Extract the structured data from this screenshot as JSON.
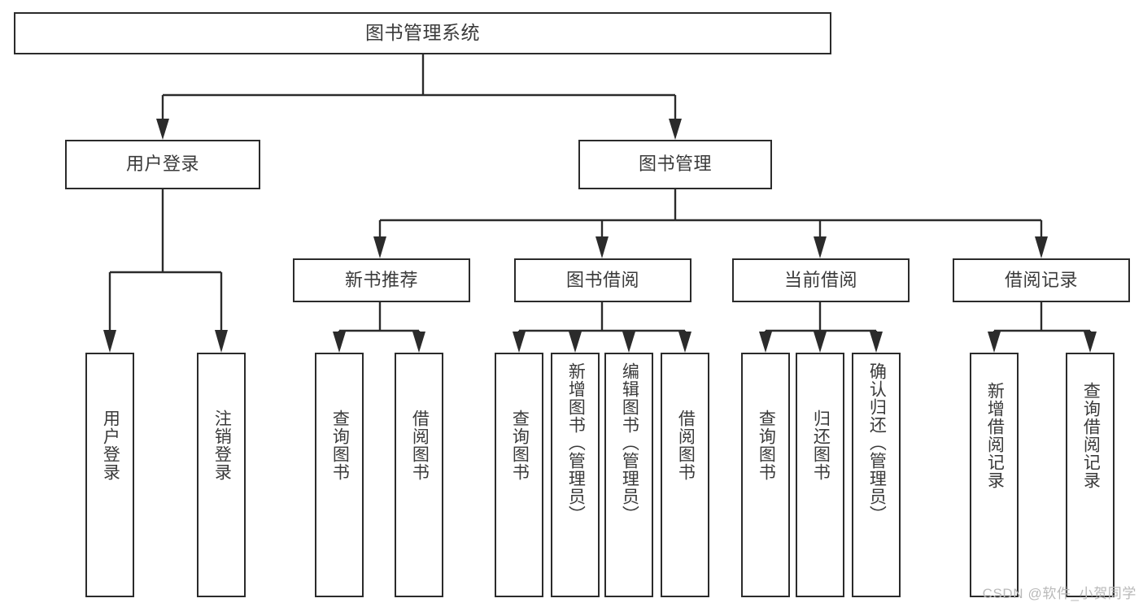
{
  "diagram": {
    "title": "图书管理系统",
    "type": "tree",
    "colors": {
      "stroke": "#2b2b2b",
      "box_fill": "#ffffff",
      "text": "#3a3a3a",
      "watermark": "#b9b9b9",
      "background": "#ffffff"
    },
    "root": {
      "label": "图书管理系统"
    },
    "level2": [
      {
        "label": "用户登录"
      },
      {
        "label": "图书管理"
      }
    ],
    "level3": [
      {
        "label": "新书推荐"
      },
      {
        "label": "图书借阅"
      },
      {
        "label": "当前借阅"
      },
      {
        "label": "借阅记录"
      }
    ],
    "leaves": {
      "user_login": [
        {
          "label": "用户登录"
        },
        {
          "label": "注销登录"
        }
      ],
      "new_book_recommend": [
        {
          "label": "查询图书"
        },
        {
          "label": "借阅图书"
        }
      ],
      "book_borrow": [
        {
          "label": "查询图书"
        },
        {
          "label": "新增图书（管理员）"
        },
        {
          "label": "编辑图书（管理员）"
        },
        {
          "label": "借阅图书"
        }
      ],
      "current_borrow": [
        {
          "label": "查询图书"
        },
        {
          "label": "归还图书"
        },
        {
          "label": "确认归还（管理员）"
        }
      ],
      "borrow_record": [
        {
          "label": "新增借阅记录"
        },
        {
          "label": "查询借阅记录"
        }
      ]
    }
  },
  "watermark": {
    "text": "CSDN @软件_小贺同学"
  }
}
